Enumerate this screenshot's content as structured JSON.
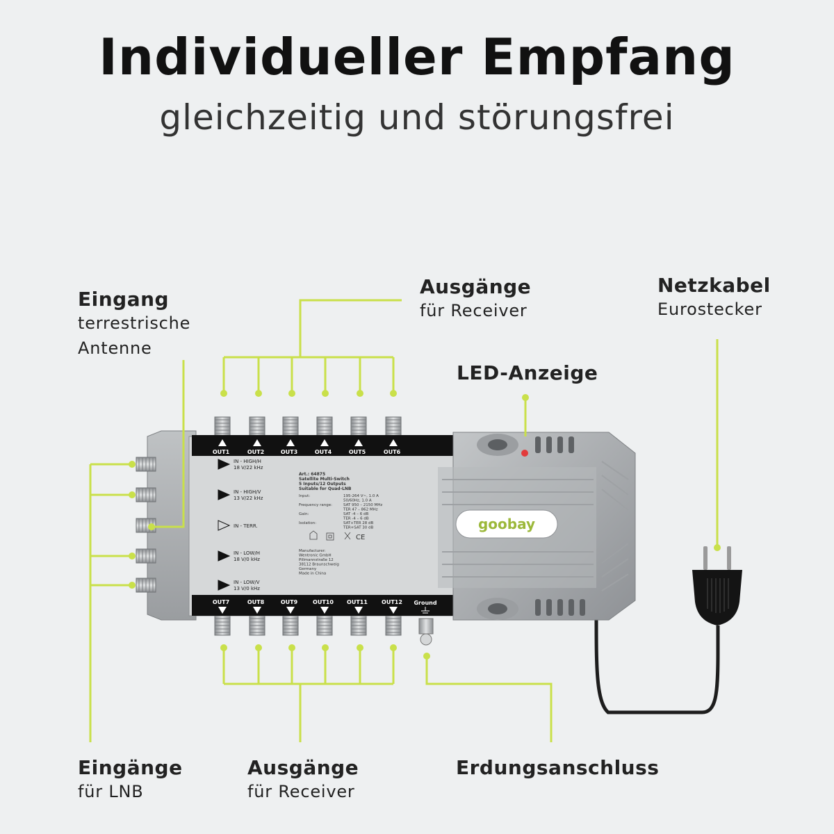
{
  "header": {
    "title": "Individueller Empfang",
    "subtitle": "gleichzeitig und störungsfrei"
  },
  "callouts": {
    "input_terrestrial": {
      "title": "Eingang",
      "line1": "terrestrische",
      "line2": "Antenne"
    },
    "outputs_top": {
      "title": "Ausgänge",
      "line1": "für Receiver"
    },
    "power_cable": {
      "title": "Netzkabel",
      "line1": "Eurostecker"
    },
    "led": {
      "title": "LED-Anzeige"
    },
    "inputs_lnb": {
      "title": "Eingänge",
      "line1": "für LNB"
    },
    "outputs_bottom": {
      "title": "Ausgänge",
      "line1": "für Receiver"
    },
    "ground": {
      "title": "Erdungsanschluss"
    }
  },
  "device": {
    "brand": "goobay",
    "top_ports": [
      "OUT1",
      "OUT2",
      "OUT3",
      "OUT4",
      "OUT5",
      "OUT6"
    ],
    "bottom_ports": [
      "OUT7",
      "OUT8",
      "OUT9",
      "OUT10",
      "OUT11",
      "OUT12"
    ],
    "ground_label": "Ground",
    "inputs": [
      {
        "line1": "IN - HIGH/H",
        "line2": "18 V/22 kHz"
      },
      {
        "line1": "IN - HIGH/V",
        "line2": "13 V/22 kHz"
      },
      {
        "line1": "IN - TERR.",
        "line2": ""
      },
      {
        "line1": "IN - LOW/H",
        "line2": "18 V/0 kHz"
      },
      {
        "line1": "IN - LOW/V",
        "line2": "13 V/0 kHz"
      }
    ],
    "spec_header": [
      "Art.: 64875",
      "Satellite Multi-Switch",
      "5 Inputs/12 Outputs",
      "Suitable for Quad-LNB"
    ],
    "spec_keys": [
      "Input:",
      "",
      "Frequency range:",
      "",
      "Gain:",
      "",
      "Isolation:"
    ],
    "spec_values": [
      "195-264 V~, 1.0 A",
      "50/60Hz, 1.0 A",
      "SAT 950 – 2150 MHz",
      "TER 47 – 862 MHz",
      "SAT -4 – 6 dB",
      "TER -4 – 6 dB",
      "SAT+TER 28 dB",
      "TER+SAT 30 dB"
    ],
    "manufacturer": [
      "Manufacturer:",
      "Wentronic GmbH",
      "Pillmannstraße 12",
      "38112 Braunschweig",
      "Germany",
      "Made in China"
    ]
  },
  "colors": {
    "accent": "#c9e04a",
    "background": "#eef0f1",
    "device_gray": "#a9acae",
    "label_strip": "#111111"
  }
}
